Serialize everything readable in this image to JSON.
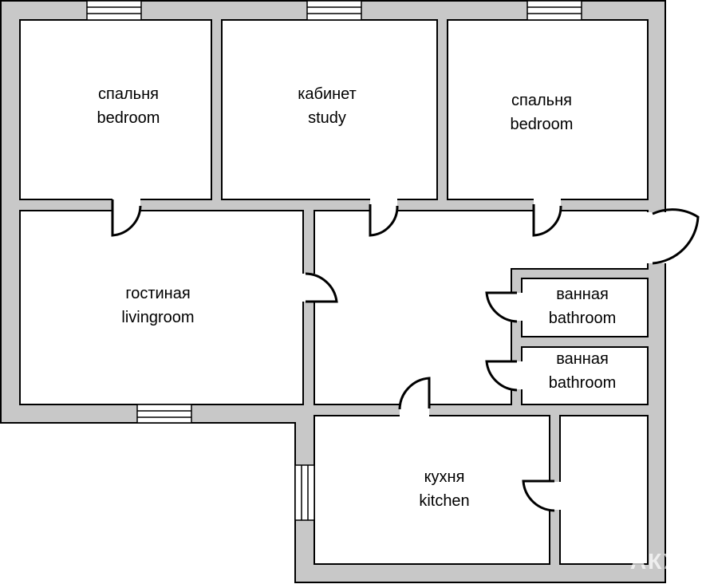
{
  "colors": {
    "wall": "#c8c8c8",
    "line": "#000000",
    "room": "#ffffff"
  },
  "rooms": [
    {
      "ru": "спальня",
      "en": "bedroom"
    },
    {
      "ru": "кабинет",
      "en": "study"
    },
    {
      "ru": "спальня",
      "en": "bedroom"
    },
    {
      "ru": "гостиная",
      "en": "livingroom"
    },
    {
      "ru": "ванная",
      "en": "bathroom"
    },
    {
      "ru": "ванная",
      "en": "bathroom"
    },
    {
      "ru": "кухня",
      "en": "kitchen"
    }
  ],
  "watermark": "АКУЛА"
}
